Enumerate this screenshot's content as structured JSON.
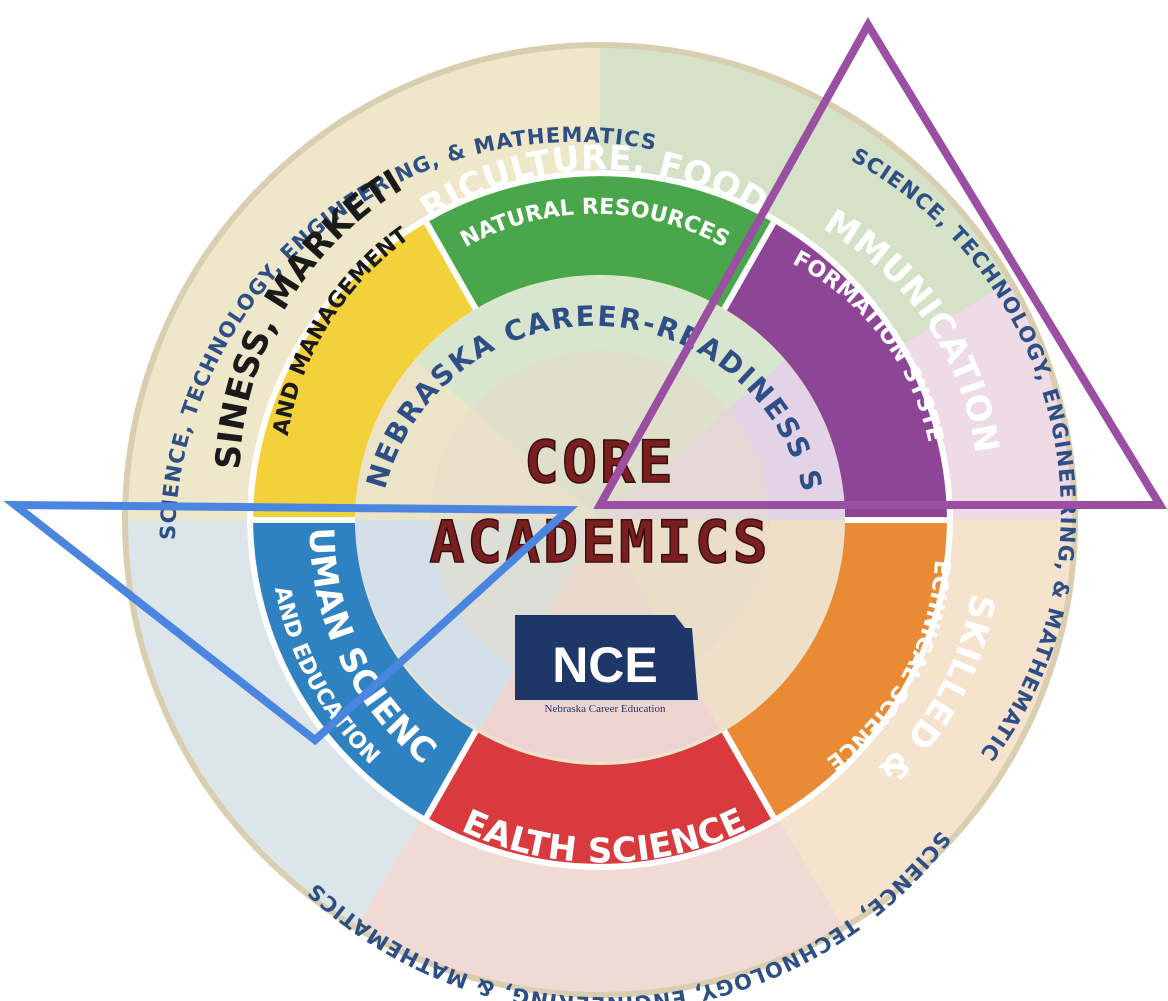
{
  "outer_ring_text": {
    "top": "SCIENCE, TECHNOLOGY, ENGINEERING, & MATHEMATICS",
    "right": "SCIENCE, TECHNOLOGY, ENGINEERING, & MATHEMATICS",
    "bottom": "SCIENCE, TECHNOLOGY, ENGINEERING, & MATHEMATICS"
  },
  "segments": {
    "agriculture": {
      "line1": "AGRICULTURE, FOOD, &",
      "line2": "NATURAL RESOURCES",
      "color": "#4aa64a"
    },
    "communication": {
      "line1": "COMMUNICATION &",
      "line2": "INFORMATION SYSTEMS",
      "color": "#8e4596"
    },
    "skilled": {
      "line1": "SKILLED &",
      "line2": "TECHNICAL SCIENCES",
      "color": "#ea8a35"
    },
    "health": {
      "line1": "HEALTH SCIENCES",
      "color": "#d83a3e"
    },
    "human": {
      "line1": "HUMAN SCIENCES",
      "line2": "AND EDUCATION",
      "color": "#2f82c2"
    },
    "business": {
      "line1": "BUSINESS, MARKETING,",
      "line2": "AND MANAGEMENT",
      "color": "#f3d13a"
    }
  },
  "inner_ring_text": "NEBRASKA CAREER-READINESS STANDARDS",
  "core": {
    "line1": "CORE",
    "line2": "ACADEMICS",
    "color": "#7a1f1f"
  },
  "logo": {
    "text": "NCE",
    "caption": "Nebraska Career Education",
    "color": "#1e3668"
  },
  "overlays": {
    "purple_triangle_color": "#9b4fa3",
    "blue_triangle_color": "#4a86e0"
  }
}
